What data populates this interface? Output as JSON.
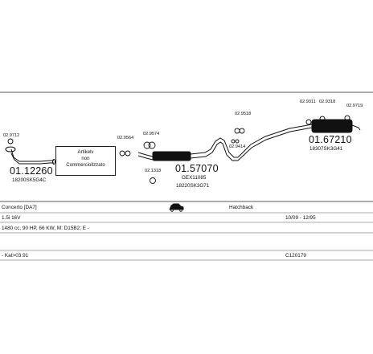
{
  "parts": {
    "left_small": "02.9712",
    "left_main": "01.12260",
    "left_oem": "18200SK5G4C",
    "note_line1": "Artikelv",
    "note_line2": "non",
    "note_line3": "Commerciollzzato",
    "clamp_a": "02.9564",
    "clamp_b": "02.9574",
    "clamp_c": "02.1318",
    "mid_main": "01.57070",
    "mid_oem1": "GEX11085",
    "mid_oem2": "18220SK3G71",
    "hanger_a": "02.9518",
    "hanger_b": "02.9414",
    "top_a": "02.9311",
    "top_b": "02.9318",
    "top_c": "02.9719",
    "rear_main": "01.67210",
    "rear_oem": "18307SK3G41"
  },
  "info": {
    "model": "Concerto [DA7]",
    "body": "Hatchback",
    "engine": "1.5i 16V",
    "years": "10/09 - 12/95",
    "specs": "1480 cc, 90 HP, 66 KW, M: D15B2; E -",
    "kat": "- Kat>03.91",
    "code": "C120179"
  },
  "icons": {
    "car": "car-icon"
  }
}
